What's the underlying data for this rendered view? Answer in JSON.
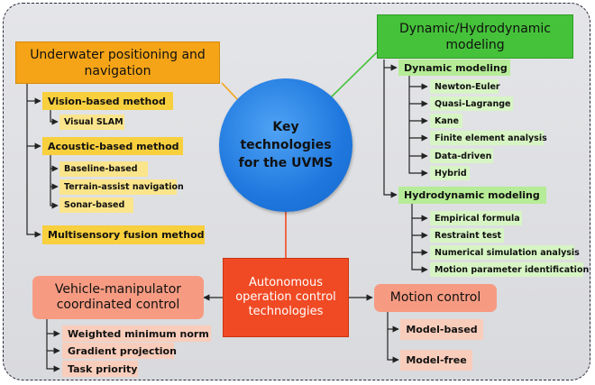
{
  "center": "Key technologies for the UVMS",
  "positioning": {
    "title": "Underwater positioning and navigation",
    "vision": {
      "label": "Vision-based method",
      "items": [
        "Visual SLAM"
      ]
    },
    "acoustic": {
      "label": "Acoustic-based method",
      "items": [
        "Baseline-based",
        "Terrain-assist navigation",
        "Sonar-based"
      ]
    },
    "fusion": "Multisensory fusion method"
  },
  "modeling": {
    "title": "Dynamic/Hydrodynamic modeling",
    "dynamic": {
      "label": "Dynamic modeling",
      "items": [
        "Newton-Euler",
        "Quasi-Lagrange",
        "Kane",
        "Finite element analysis",
        "Data-driven",
        "Hybrid"
      ]
    },
    "hydro": {
      "label": "Hydrodynamic modeling",
      "items": [
        "Empirical formula",
        "Restraint test",
        "Numerical simulation analysis",
        "Motion parameter identification"
      ]
    }
  },
  "control": {
    "title": "Autonomous operation control technologies",
    "coordinated": {
      "label": "Vehicle-manipulator coordinated control",
      "items": [
        "Weighted minimum norm",
        "Gradient projection",
        "Task priority"
      ]
    },
    "motion": {
      "label": "Motion control",
      "items": [
        "Model-based",
        "Model-free"
      ]
    }
  }
}
